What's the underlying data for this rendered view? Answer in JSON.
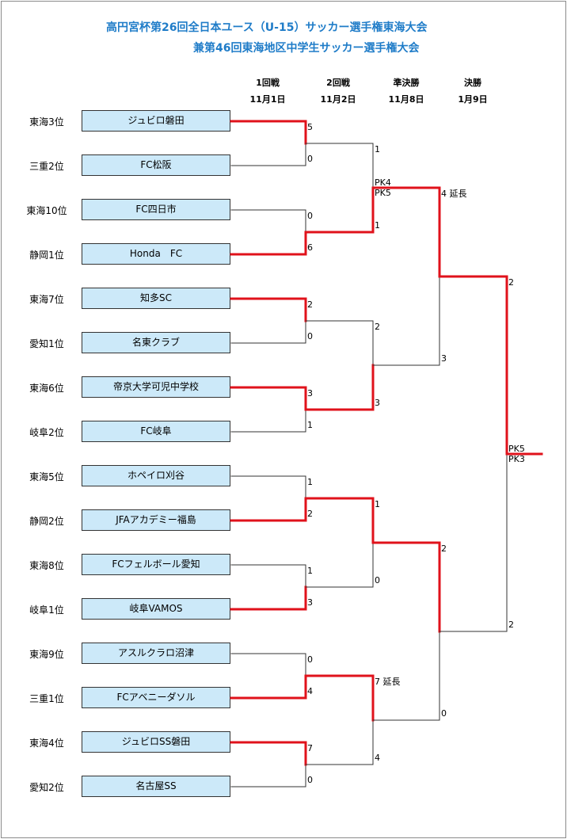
{
  "title": {
    "line1": "高円宮杯第26回全日本ユース（U-15）サッカー選手権東海大会",
    "line2": "兼第46回東海地区中学生サッカー選手権大会"
  },
  "rounds": [
    {
      "name": "1回戦",
      "date": "11月1日"
    },
    {
      "name": "2回戦",
      "date": "11月2日"
    },
    {
      "name": "準決勝",
      "date": "11月8日"
    },
    {
      "name": "決勝",
      "date": "1月9日"
    }
  ],
  "teams": [
    {
      "seed": "東海3位",
      "name": "ジュビロ磐田"
    },
    {
      "seed": "三重2位",
      "name": "FC松阪"
    },
    {
      "seed": "東海10位",
      "name": "FC四日市"
    },
    {
      "seed": "静岡1位",
      "name": "Honda　FC"
    },
    {
      "seed": "東海7位",
      "name": "知多SC"
    },
    {
      "seed": "愛知1位",
      "name": "名東クラブ"
    },
    {
      "seed": "東海6位",
      "name": "帝京大学可児中学校"
    },
    {
      "seed": "岐阜2位",
      "name": "FC岐阜"
    },
    {
      "seed": "東海5位",
      "name": "ホペイロ刈谷"
    },
    {
      "seed": "静岡2位",
      "name": "JFAアカデミー福島"
    },
    {
      "seed": "東海8位",
      "name": "FCフェルボール愛知"
    },
    {
      "seed": "岐阜1位",
      "name": "岐阜VAMOS"
    },
    {
      "seed": "東海9位",
      "name": "アスルクラロ沼津"
    },
    {
      "seed": "三重1位",
      "name": "FCアベニーダソル"
    },
    {
      "seed": "東海4位",
      "name": "ジュビロSS磐田"
    },
    {
      "seed": "愛知2位",
      "name": "名古屋SS"
    }
  ],
  "round1_scores": [
    "5",
    "0",
    "0",
    "6",
    "2",
    "0",
    "3",
    "1",
    "1",
    "2",
    "1",
    "3",
    "0",
    "4",
    "7",
    "0"
  ],
  "round2_scores": [
    "1",
    "1",
    "2",
    "3",
    "1",
    "0",
    "7 延長",
    "4"
  ],
  "round2_pk": [
    "PK4",
    "PK5"
  ],
  "semi_scores": [
    "4 延長",
    "3",
    "2",
    "0"
  ],
  "final_scores": [
    "2",
    "2"
  ],
  "final_pk": [
    "PK5",
    "PK3"
  ],
  "colors": {
    "winner_line": "#e0121b",
    "loser_line": "#333333",
    "title": "#1f7cc8",
    "team_box": "#cce9f9"
  }
}
